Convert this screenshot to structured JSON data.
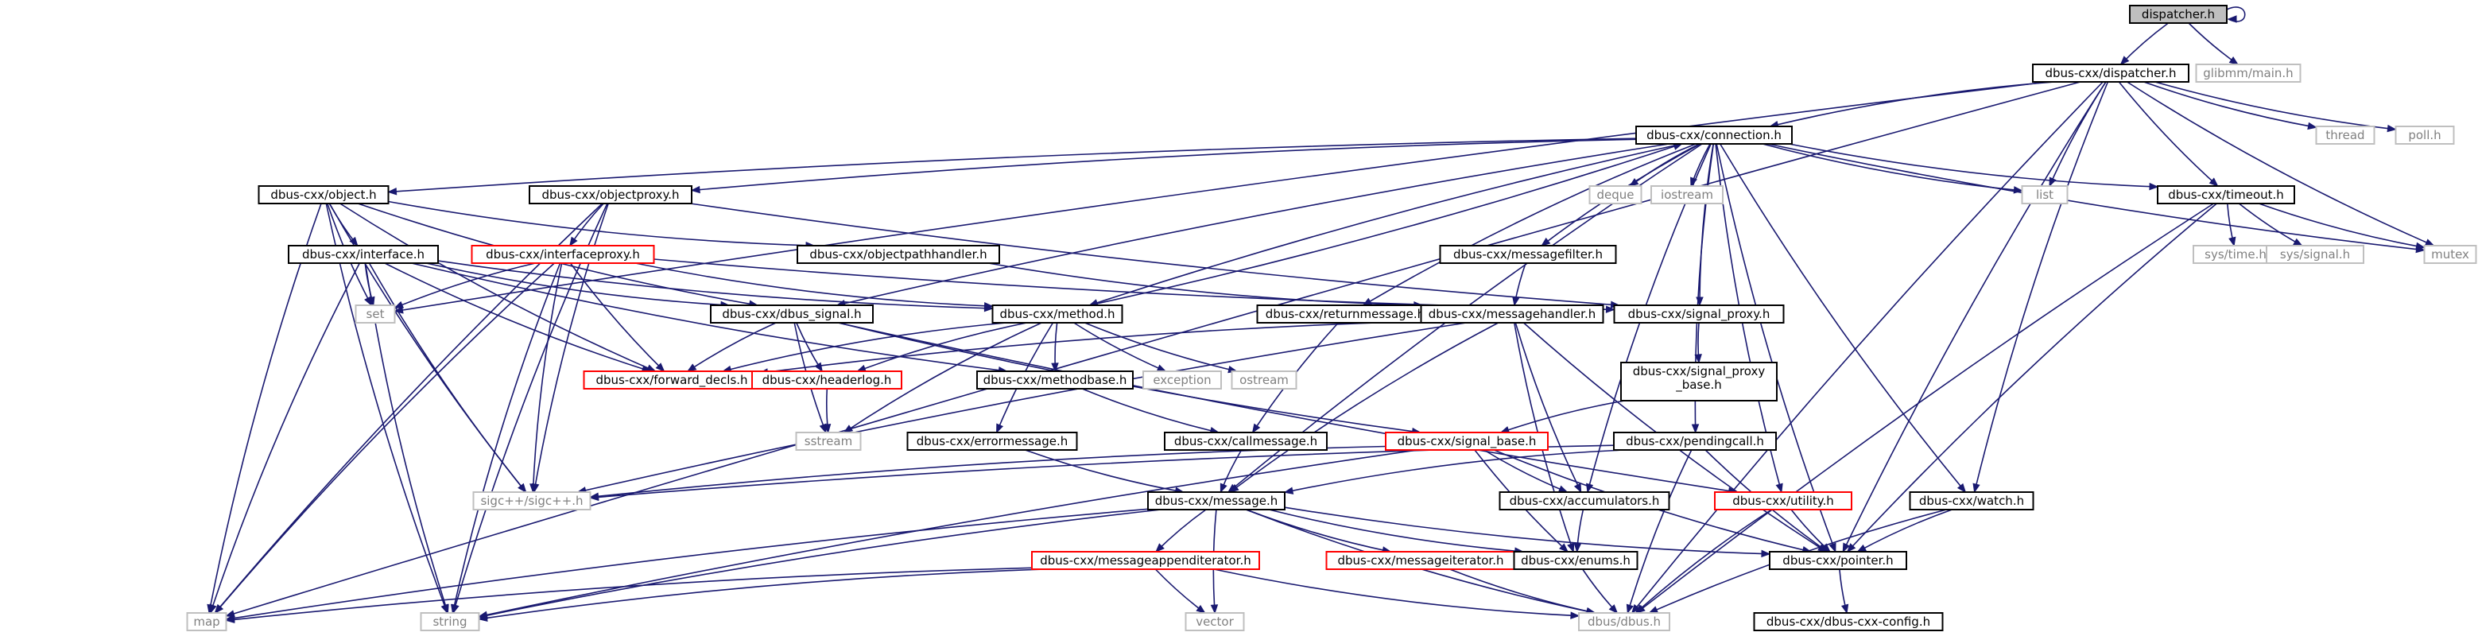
{
  "colors": {
    "edge": "#191970",
    "normal_border": "#000000",
    "truncated_border": "#ff0000",
    "external_border": "#bfbfbf",
    "external_text": "#808080",
    "root_fill": "#bfbfbf"
  },
  "nodes": [
    {
      "id": "root",
      "lines": [
        "dispatcher.h"
      ],
      "style": "root"
    },
    {
      "id": "dispatcher",
      "lines": [
        "dbus-cxx/dispatcher.h"
      ],
      "style": "normal"
    },
    {
      "id": "glibmm_main",
      "lines": [
        "glibmm/main.h"
      ],
      "style": "external"
    },
    {
      "id": "connection",
      "lines": [
        "dbus-cxx/connection.h"
      ],
      "style": "normal"
    },
    {
      "id": "thread",
      "lines": [
        "thread"
      ],
      "style": "external"
    },
    {
      "id": "poll",
      "lines": [
        "poll.h"
      ],
      "style": "external"
    },
    {
      "id": "object",
      "lines": [
        "dbus-cxx/object.h"
      ],
      "style": "normal"
    },
    {
      "id": "objectproxy",
      "lines": [
        "dbus-cxx/objectproxy.h"
      ],
      "style": "normal"
    },
    {
      "id": "deque",
      "lines": [
        "deque"
      ],
      "style": "external"
    },
    {
      "id": "iostream",
      "lines": [
        "iostream"
      ],
      "style": "external"
    },
    {
      "id": "list",
      "lines": [
        "list"
      ],
      "style": "external"
    },
    {
      "id": "timeout",
      "lines": [
        "dbus-cxx/timeout.h"
      ],
      "style": "normal"
    },
    {
      "id": "interface",
      "lines": [
        "dbus-cxx/interface.h"
      ],
      "style": "normal"
    },
    {
      "id": "interfaceproxy",
      "lines": [
        "dbus-cxx/interfaceproxy.h"
      ],
      "style": "truncated"
    },
    {
      "id": "objectpathhandler",
      "lines": [
        "dbus-cxx/objectpathhandler.h"
      ],
      "style": "normal"
    },
    {
      "id": "messagefilter",
      "lines": [
        "dbus-cxx/messagefilter.h"
      ],
      "style": "normal"
    },
    {
      "id": "systime",
      "lines": [
        "sys/time.h"
      ],
      "style": "external"
    },
    {
      "id": "syssignal",
      "lines": [
        "sys/signal.h"
      ],
      "style": "external"
    },
    {
      "id": "mutex",
      "lines": [
        "mutex"
      ],
      "style": "external"
    },
    {
      "id": "set",
      "lines": [
        "set"
      ],
      "style": "external"
    },
    {
      "id": "dbus_signal",
      "lines": [
        "dbus-cxx/dbus_signal.h"
      ],
      "style": "normal"
    },
    {
      "id": "method",
      "lines": [
        "dbus-cxx/method.h"
      ],
      "style": "normal"
    },
    {
      "id": "returnmessage",
      "lines": [
        "dbus-cxx/returnmessage.h"
      ],
      "style": "normal"
    },
    {
      "id": "messagehandler",
      "lines": [
        "dbus-cxx/messagehandler.h"
      ],
      "style": "normal"
    },
    {
      "id": "signal_proxy",
      "lines": [
        "dbus-cxx/signal_proxy.h"
      ],
      "style": "normal"
    },
    {
      "id": "forward_decls",
      "lines": [
        "dbus-cxx/forward_decls.h"
      ],
      "style": "truncated"
    },
    {
      "id": "headerlog",
      "lines": [
        "dbus-cxx/headerlog.h"
      ],
      "style": "truncated"
    },
    {
      "id": "methodbase",
      "lines": [
        "dbus-cxx/methodbase.h"
      ],
      "style": "normal"
    },
    {
      "id": "exception",
      "lines": [
        "exception"
      ],
      "style": "external"
    },
    {
      "id": "ostream",
      "lines": [
        "ostream"
      ],
      "style": "external"
    },
    {
      "id": "signal_proxy_base",
      "lines": [
        "dbus-cxx/signal_proxy",
        "_base.h"
      ],
      "style": "normal"
    },
    {
      "id": "sstream",
      "lines": [
        "sstream"
      ],
      "style": "external"
    },
    {
      "id": "errormessage",
      "lines": [
        "dbus-cxx/errormessage.h"
      ],
      "style": "normal"
    },
    {
      "id": "callmessage",
      "lines": [
        "dbus-cxx/callmessage.h"
      ],
      "style": "normal"
    },
    {
      "id": "signal_base",
      "lines": [
        "dbus-cxx/signal_base.h"
      ],
      "style": "truncated"
    },
    {
      "id": "pendingcall",
      "lines": [
        "dbus-cxx/pendingcall.h"
      ],
      "style": "normal"
    },
    {
      "id": "sigc",
      "lines": [
        "sigc++/sigc++.h"
      ],
      "style": "external"
    },
    {
      "id": "message",
      "lines": [
        "dbus-cxx/message.h"
      ],
      "style": "normal"
    },
    {
      "id": "accumulators",
      "lines": [
        "dbus-cxx/accumulators.h"
      ],
      "style": "normal"
    },
    {
      "id": "utility",
      "lines": [
        "dbus-cxx/utility.h"
      ],
      "style": "truncated"
    },
    {
      "id": "watch",
      "lines": [
        "dbus-cxx/watch.h"
      ],
      "style": "normal"
    },
    {
      "id": "messageappenditerator",
      "lines": [
        "dbus-cxx/messageappenditerator.h"
      ],
      "style": "truncated"
    },
    {
      "id": "messageiterator",
      "lines": [
        "dbus-cxx/messageiterator.h"
      ],
      "style": "truncated"
    },
    {
      "id": "enums",
      "lines": [
        "dbus-cxx/enums.h"
      ],
      "style": "normal"
    },
    {
      "id": "pointer",
      "lines": [
        "dbus-cxx/pointer.h"
      ],
      "style": "normal"
    },
    {
      "id": "map",
      "lines": [
        "map"
      ],
      "style": "external"
    },
    {
      "id": "string",
      "lines": [
        "string"
      ],
      "style": "external"
    },
    {
      "id": "vector",
      "lines": [
        "vector"
      ],
      "style": "external"
    },
    {
      "id": "dbus_dbus",
      "lines": [
        "dbus/dbus.h"
      ],
      "style": "external"
    },
    {
      "id": "config",
      "lines": [
        "dbus-cxx/dbus-cxx-config.h"
      ],
      "style": "normal"
    }
  ],
  "edges": [
    [
      "root",
      "root"
    ],
    [
      "root",
      "dispatcher"
    ],
    [
      "root",
      "glibmm_main"
    ],
    [
      "dispatcher",
      "connection"
    ],
    [
      "dispatcher",
      "thread"
    ],
    [
      "dispatcher",
      "poll"
    ],
    [
      "dispatcher",
      "list"
    ],
    [
      "dispatcher",
      "timeout"
    ],
    [
      "dispatcher",
      "mutex"
    ],
    [
      "dispatcher",
      "watch"
    ],
    [
      "dispatcher",
      "pointer"
    ],
    [
      "dispatcher",
      "dbus_dbus"
    ],
    [
      "dispatcher",
      "map"
    ],
    [
      "dispatcher",
      "set"
    ],
    [
      "connection",
      "object"
    ],
    [
      "connection",
      "objectproxy"
    ],
    [
      "connection",
      "deque"
    ],
    [
      "connection",
      "iostream"
    ],
    [
      "connection",
      "list"
    ],
    [
      "connection",
      "timeout"
    ],
    [
      "connection",
      "messagefilter"
    ],
    [
      "connection",
      "returnmessage"
    ],
    [
      "connection",
      "signal_proxy"
    ],
    [
      "connection",
      "dbus_signal"
    ],
    [
      "connection",
      "method"
    ],
    [
      "connection",
      "pendingcall"
    ],
    [
      "connection",
      "accumulators"
    ],
    [
      "connection",
      "utility"
    ],
    [
      "connection",
      "watch"
    ],
    [
      "connection",
      "pointer"
    ],
    [
      "connection",
      "message"
    ],
    [
      "connection",
      "mutex"
    ],
    [
      "object",
      "interface"
    ],
    [
      "object",
      "objectpathhandler"
    ],
    [
      "object",
      "dbus_signal"
    ],
    [
      "object",
      "set"
    ],
    [
      "object",
      "map"
    ],
    [
      "object",
      "string"
    ],
    [
      "object",
      "forward_decls"
    ],
    [
      "object",
      "sigc"
    ],
    [
      "objectproxy",
      "interfaceproxy"
    ],
    [
      "objectproxy",
      "signal_proxy"
    ],
    [
      "objectproxy",
      "map"
    ],
    [
      "objectproxy",
      "string"
    ],
    [
      "objectproxy",
      "sigc"
    ],
    [
      "interface",
      "method"
    ],
    [
      "interface",
      "dbus_signal"
    ],
    [
      "interface",
      "set"
    ],
    [
      "interface",
      "map"
    ],
    [
      "interface",
      "string"
    ],
    [
      "interface",
      "sigc"
    ],
    [
      "interface",
      "forward_decls"
    ],
    [
      "interface",
      "methodbase"
    ],
    [
      "interfaceproxy",
      "signal_proxy"
    ],
    [
      "interfaceproxy",
      "set"
    ],
    [
      "interfaceproxy",
      "map"
    ],
    [
      "interfaceproxy",
      "string"
    ],
    [
      "interfaceproxy",
      "sigc"
    ],
    [
      "interfaceproxy",
      "forward_decls"
    ],
    [
      "interfaceproxy",
      "method"
    ],
    [
      "objectpathhandler",
      "messagehandler"
    ],
    [
      "messagefilter",
      "messagehandler"
    ],
    [
      "timeout",
      "systime"
    ],
    [
      "timeout",
      "syssignal"
    ],
    [
      "timeout",
      "mutex"
    ],
    [
      "timeout",
      "pointer"
    ],
    [
      "timeout",
      "dbus_dbus"
    ],
    [
      "dbus_signal",
      "forward_decls"
    ],
    [
      "dbus_signal",
      "headerlog"
    ],
    [
      "dbus_signal",
      "signal_base"
    ],
    [
      "dbus_signal",
      "sstream"
    ],
    [
      "dbus_signal",
      "utility"
    ],
    [
      "method",
      "forward_decls"
    ],
    [
      "method",
      "headerlog"
    ],
    [
      "method",
      "methodbase"
    ],
    [
      "method",
      "exception"
    ],
    [
      "method",
      "ostream"
    ],
    [
      "method",
      "errormessage"
    ],
    [
      "method",
      "sstream"
    ],
    [
      "method",
      "connection"
    ],
    [
      "returnmessage",
      "callmessage"
    ],
    [
      "messagehandler",
      "forward_decls"
    ],
    [
      "messagehandler",
      "message"
    ],
    [
      "messagehandler",
      "accumulators"
    ],
    [
      "messagehandler",
      "enums"
    ],
    [
      "messagehandler",
      "pointer"
    ],
    [
      "messagehandler",
      "sigc"
    ],
    [
      "signal_proxy",
      "signal_proxy_base"
    ],
    [
      "signal_proxy_base",
      "signal_base"
    ],
    [
      "headerlog",
      "sstream"
    ],
    [
      "methodbase",
      "callmessage"
    ],
    [
      "errormessage",
      "message"
    ],
    [
      "callmessage",
      "message"
    ],
    [
      "signal_base",
      "sigc"
    ],
    [
      "signal_base",
      "accumulators"
    ],
    [
      "signal_base",
      "enums"
    ],
    [
      "signal_base",
      "pointer"
    ],
    [
      "signal_base",
      "string"
    ],
    [
      "pendingcall",
      "message"
    ],
    [
      "pendingcall",
      "pointer"
    ],
    [
      "pendingcall",
      "dbus_dbus"
    ],
    [
      "pendingcall",
      "sigc"
    ],
    [
      "message",
      "messageappenditerator"
    ],
    [
      "message",
      "messageiterator"
    ],
    [
      "message",
      "enums"
    ],
    [
      "message",
      "pointer"
    ],
    [
      "message",
      "vector"
    ],
    [
      "message",
      "string"
    ],
    [
      "message",
      "map"
    ],
    [
      "message",
      "dbus_dbus"
    ],
    [
      "accumulators",
      "enums"
    ],
    [
      "utility",
      "pointer"
    ],
    [
      "utility",
      "dbus_dbus"
    ],
    [
      "watch",
      "pointer"
    ],
    [
      "watch",
      "dbus_dbus"
    ],
    [
      "messageappenditerator",
      "vector"
    ],
    [
      "messageappenditerator",
      "string"
    ],
    [
      "messageappenditerator",
      "map"
    ],
    [
      "messageappenditerator",
      "dbus_dbus"
    ],
    [
      "messageiterator",
      "dbus_dbus"
    ],
    [
      "enums",
      "dbus_dbus"
    ],
    [
      "pointer",
      "config"
    ]
  ]
}
